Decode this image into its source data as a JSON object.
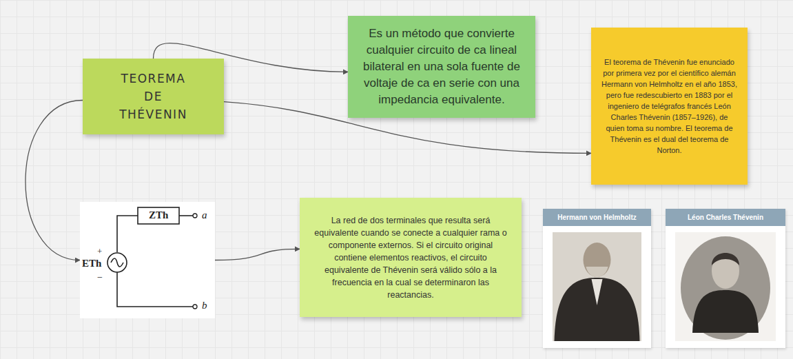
{
  "diagram": {
    "nodes": [
      {
        "text": [
          "TEOREMA DE THÉVENIN"
        ]
      },
      {
        "text": [
          "Es un método que convierte cualquier circuito de ca lineal bilateral en una sola fuente de voltaje de ca en serie con una impedancia equivalente."
        ]
      },
      {
        "text": [
          "El teorema de Thévenin fue enunciado por primera vez por el científico alemán Hermann von Helmholtz en el año 1853, pero fue redescubierto en 1883 por el ingeniero de telégrafos francés León Charles Thévenin (1857–1926), de quien toma su nombre. El teorema de Thévenin es el dual del teorema de Norton."
        ]
      },
      {
        "text": [
          "ZTh",
          "a",
          "+",
          "ETh",
          "−",
          "b"
        ]
      },
      {
        "text": [
          "La red de dos terminales que resulta será equivalente cuando se conecte a cualquier rama o componente externos. Si el circuito original contiene elementos reactivos, el circuito equivalente de Thévenin será válido sólo a la frecuencia en la cual se determinaron las reactancias."
        ]
      },
      {
        "text": [
          "Hermann von Helmholtz"
        ]
      },
      {
        "text": [
          "Léon Charles Thévenin"
        ]
      }
    ],
    "edges": [
      {
        "from": 0,
        "to": 1,
        "arrow": "to"
      },
      {
        "from": 0,
        "to": 2,
        "arrow": "to"
      },
      {
        "from": 0,
        "to": 3,
        "arrow": "to"
      },
      {
        "from": 3,
        "to": 4,
        "arrow": "to"
      }
    ]
  }
}
